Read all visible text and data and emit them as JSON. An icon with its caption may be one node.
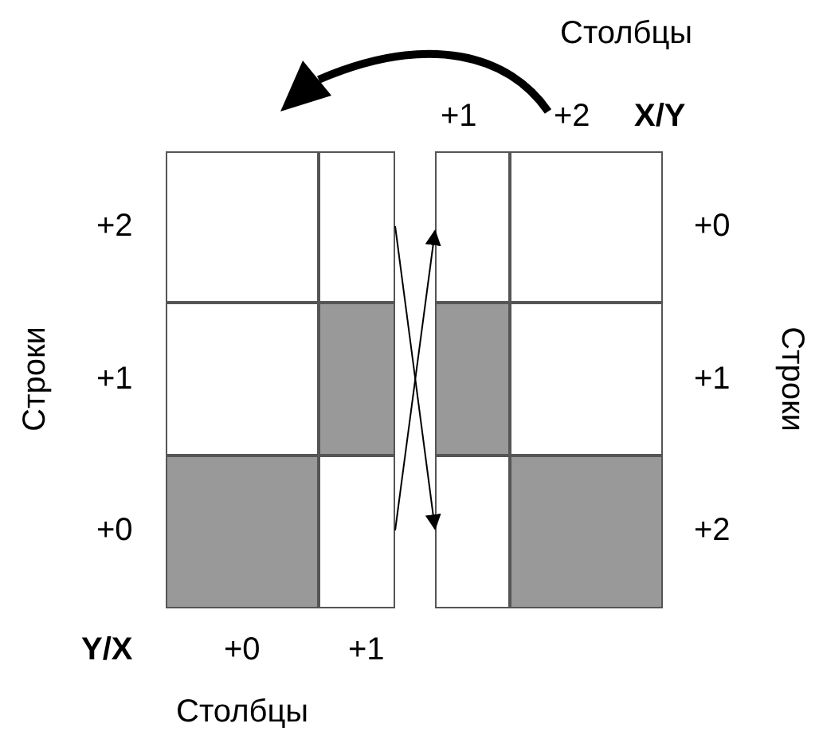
{
  "diagram": {
    "nodes": [
      {
        "text": [],
        "shape": "box"
      },
      {
        "text": [],
        "shape": "box"
      },
      {
        "text": [],
        "shape": "box"
      },
      {
        "text": [],
        "shape": "box"
      },
      {
        "text": [],
        "shape": "box"
      },
      {
        "text": [],
        "shape": "box"
      },
      {
        "text": [],
        "shape": "box"
      },
      {
        "text": [],
        "shape": "box"
      },
      {
        "text": [],
        "shape": "box"
      },
      {
        "text": [],
        "shape": "box"
      },
      {
        "text": [],
        "shape": "box"
      },
      {
        "text": [],
        "shape": "box"
      }
    ],
    "edges": [
      {
        "from": 1,
        "to": 10,
        "arrow": "to"
      },
      {
        "from": 5,
        "to": 6,
        "arrow": "to"
      }
    ],
    "labels": [
      "Столбцы",
      "+1",
      "+2",
      "X/Y",
      "+2",
      "+0",
      "Строки",
      "+1",
      "+1",
      "Строки",
      "+0",
      "+2",
      "Y/X",
      "+0",
      "+1",
      "Столбцы"
    ]
  }
}
